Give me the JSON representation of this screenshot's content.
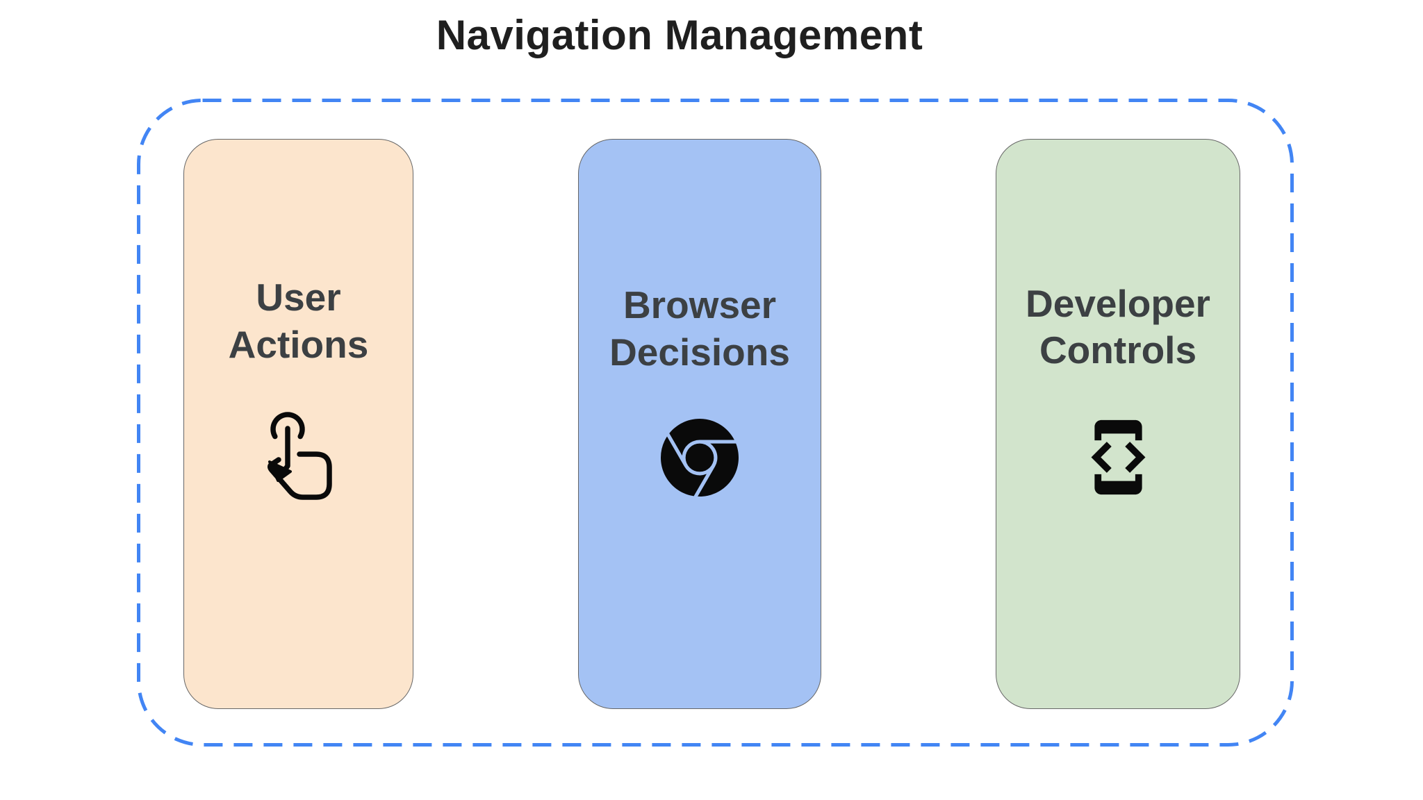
{
  "page": {
    "title": "Navigation Management"
  },
  "colors": {
    "background": "#ffffff",
    "title_text": "#1f1f1f",
    "label_text": "#3c4043",
    "dashed_border": "#4285f4",
    "card_border": "#666666",
    "icon_fill": "#0a0a0a"
  },
  "cards": [
    {
      "label": "User Actions",
      "background": "#fce5cd",
      "icon": "tap-gesture-icon"
    },
    {
      "label": "Browser Decisions",
      "background": "#a4c2f4",
      "icon": "chrome-browser-icon"
    },
    {
      "label": "Developer Controls",
      "background": "#d2e4cc",
      "icon": "developer-mode-icon"
    }
  ]
}
